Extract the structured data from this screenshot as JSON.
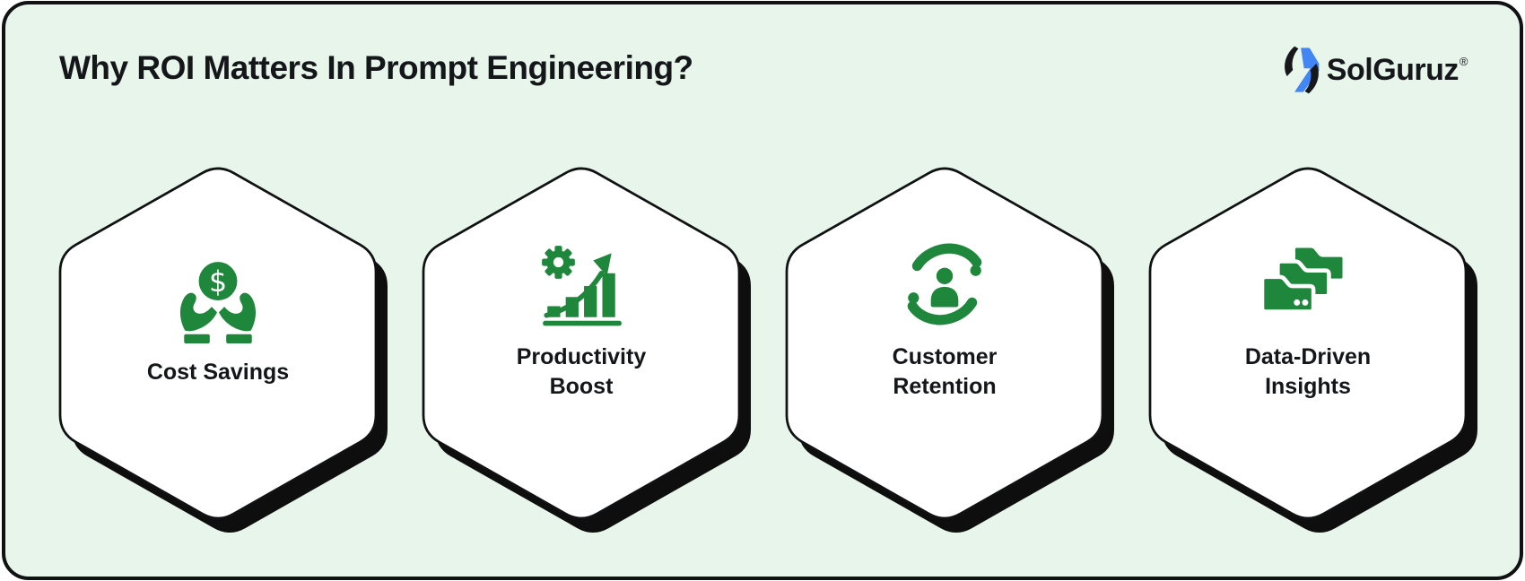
{
  "page": {
    "title": "Why ROI Matters In Prompt Engineering?"
  },
  "brand": {
    "name": "SolGuruz",
    "registered_mark": "®"
  },
  "cards": [
    {
      "label": "Cost Savings",
      "icon": "hands-holding-dollar"
    },
    {
      "label": "Productivity Boost",
      "icon": "gear-growth-chart"
    },
    {
      "label": "Customer Retention",
      "icon": "hands-around-person"
    },
    {
      "label": "Data-Driven Insights",
      "icon": "stacked-folders"
    }
  ],
  "icon_symbols": {
    "dollar": "$"
  },
  "colors": {
    "background_mint": "#E7F5EB",
    "card_fill": "#FFFFFF",
    "icon_green": "#1E873C",
    "outline_black": "#101112",
    "brand_blue": "#4285F4",
    "text_black": "#14161A",
    "shadow_black": "#0E0E0E"
  }
}
